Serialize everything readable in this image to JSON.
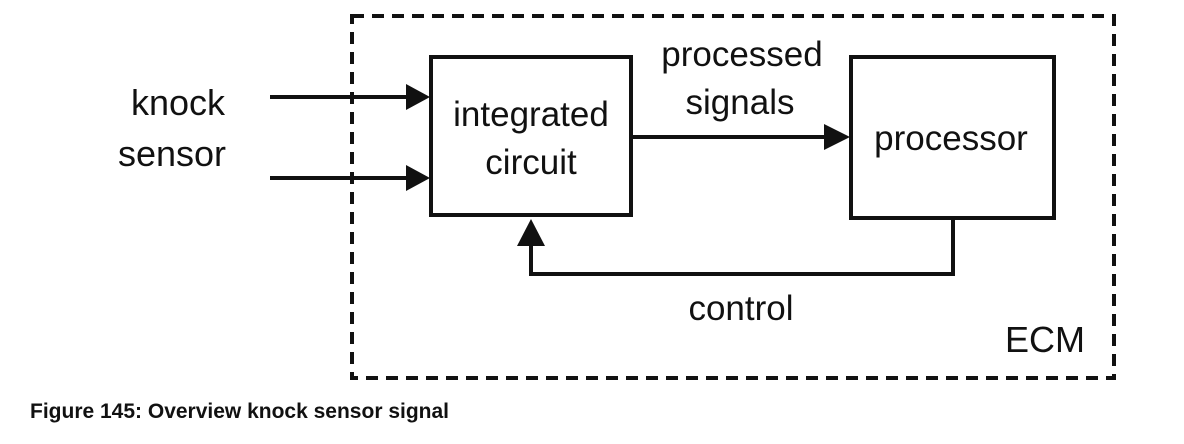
{
  "diagram": {
    "input_label_line1": "knock",
    "input_label_line2": "sensor",
    "ic_label_line1": "integrated",
    "ic_label_line2": "circuit",
    "signal_label_line1": "processed",
    "signal_label_line2": "signals",
    "processor_label": "processor",
    "feedback_label": "control",
    "boundary_label": "ECM"
  },
  "caption": "Figure 145: Overview knock sensor signal"
}
